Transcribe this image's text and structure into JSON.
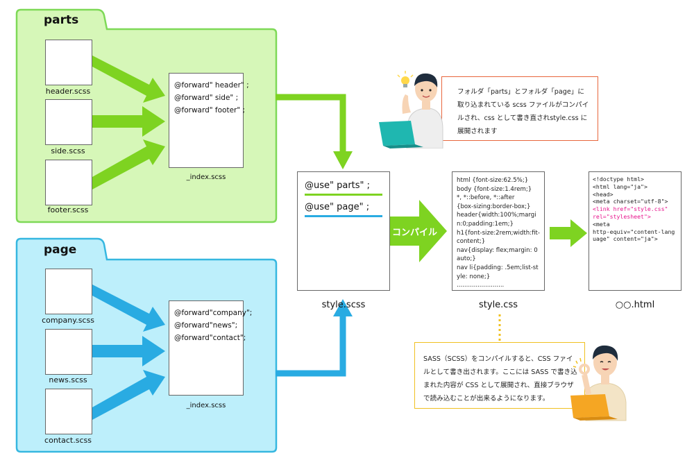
{
  "folders": {
    "parts": {
      "label": "parts",
      "files": [
        "header.scss",
        "side.scss",
        "footer.scss"
      ],
      "index_lines": [
        "@forward\" header\" ;",
        "@forward\" side\" ;",
        "@forward\" footer\" ;"
      ],
      "index_name": "_index.scss"
    },
    "page": {
      "label": "page",
      "files": [
        "company.scss",
        "news.scss",
        "contact.scss"
      ],
      "index_lines": [
        "@forward\"company\";",
        "@forward\"news\";",
        "@forward\"contact\";"
      ],
      "index_name": "_index.scss"
    }
  },
  "style_scss": {
    "lines": [
      "@use\" parts\" ;",
      "@use\" page\" ;"
    ],
    "caption": "style.scss"
  },
  "compile_label": "コンパイル",
  "style_css": {
    "code": "html {font-size:62.5%;}\nbody {font-size:1.4rem;}\n*, *::before, *::after\n{box-sizing:border-box;}\nheader{width:100%;margin:0;padding:1em;}\nh1{font-size:2rem;width:fit-content;}\nnav{display: flex;margin: 0 auto;}\nnav li{padding: .5em;list-style: none;}\n.........................",
    "caption": "style.css"
  },
  "html_file": {
    "code_before": "<!doctype html>\n<html lang=\"ja\">\n<head>\n<meta charset=\"utf-8\">\n",
    "code_highlight": "<link href=\"style.css\"\nrel=\"stylesheet\">",
    "code_after": "\n<meta\nhttp-equiv=\"content-language\" content=\"ja\">",
    "caption": "○○.html"
  },
  "note_top": "フォルダ「parts」とフォルダ「page」に取り込まれている scss ファイルがコンパイルされ、css として書き直されstyle.css に展開されます",
  "note_bottom": "SASS（SCSS）をコンパイルすると、CSS ファイルとして書き出されます。ここには SASS で書き込まれた内容が CSS として展開され、直接ブラウザで読み込むことが出来るようになります。",
  "colors": {
    "parts_fill": "#d6f7b8",
    "parts_stroke": "#7ed957",
    "page_fill": "#bdeffb",
    "page_stroke": "#36b7e0",
    "green_arrow": "#7ed321",
    "blue_arrow": "#29abe2",
    "note_top_border": "#e8663c",
    "note_bottom_border": "#f0c020",
    "highlight": "#e8128c"
  },
  "icons": [
    "person-laptop-lightbulb-icon",
    "person-laptop-ok-icon"
  ]
}
